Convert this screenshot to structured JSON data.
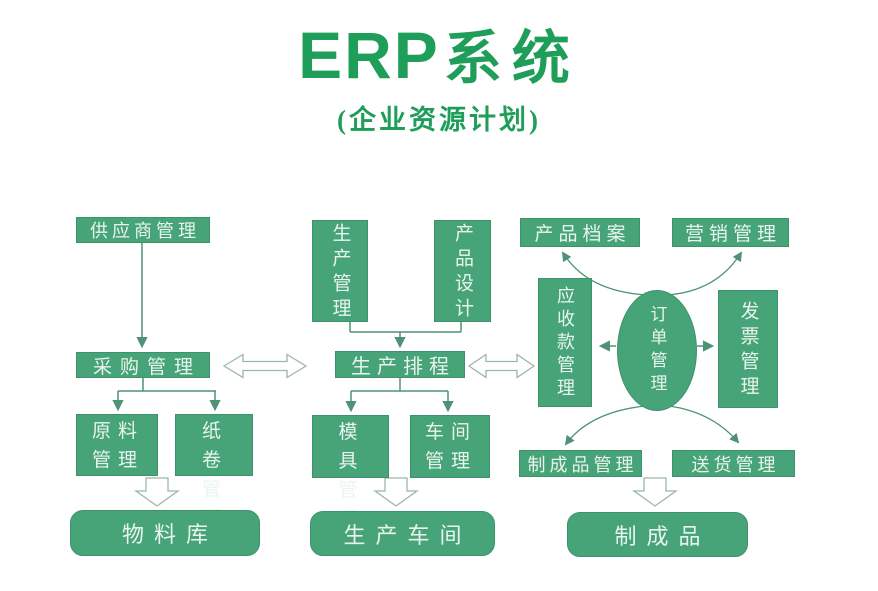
{
  "header": {
    "title_latin": "ERP",
    "title_cjk": "系统",
    "subtitle": "(企业资源计划)"
  },
  "colors": {
    "title_green": "#1f9e5a",
    "node_green": "#46a478",
    "node_text": "#eaf4ee",
    "connector_green": "#4f9277",
    "hollow_arrow_outline": "#9cb6a9",
    "background": "#ffffff"
  },
  "nodes": {
    "supplier_mgmt": "供应商管理",
    "purchasing_mgmt": "采购管理",
    "raw_material_mgmt": "原料管理",
    "paper_roll_mgmt": "纸卷管理",
    "material_warehouse": "物料库",
    "production_mgmt": "生产管理",
    "product_design": "产品设计",
    "production_scheduling": "生产排程",
    "mold_mgmt": "模具管理",
    "workshop_mgmt": "车间管理",
    "production_workshop": "生产车间",
    "product_archive": "产品档案",
    "marketing_mgmt": "营销管理",
    "receivables_mgmt": "应收款管理",
    "order_mgmt": "订单管理",
    "invoice_mgmt": "发票管理",
    "finished_goods_mgmt": "制成品管理",
    "delivery_mgmt": "送货管理",
    "finished_goods": "制成品"
  }
}
